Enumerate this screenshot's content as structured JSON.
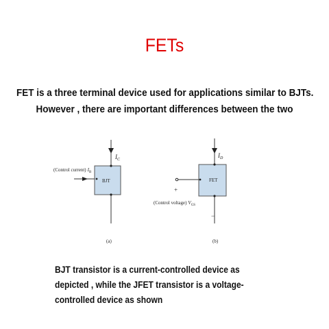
{
  "title": "FETs",
  "intro": {
    "line1": "FET is a three terminal device used for applications similar to BJTs.",
    "line2": "However , there are important differences between the two"
  },
  "figure_a": {
    "control_label": "(Control current)",
    "input_current": "I",
    "input_current_sub": "B",
    "output_current": "I",
    "output_current_sub": "C",
    "device": "BJT",
    "caption": "(a)"
  },
  "figure_b": {
    "output_current": "I",
    "output_current_sub": "D",
    "device": "FET",
    "plus": "+",
    "minus": "−",
    "control_label": "(Control voltage)",
    "control_voltage": "V",
    "control_voltage_sub": "GS",
    "caption": "(b)"
  },
  "summary": {
    "line1": "BJT transistor is a current-controlled device as",
    "line2": "depicted , while the JFET transistor is a voltage-",
    "line3": "controlled device as shown"
  },
  "colors": {
    "title": "#e00000",
    "device_fill": "#c9dced",
    "device_stroke": "#555555"
  }
}
